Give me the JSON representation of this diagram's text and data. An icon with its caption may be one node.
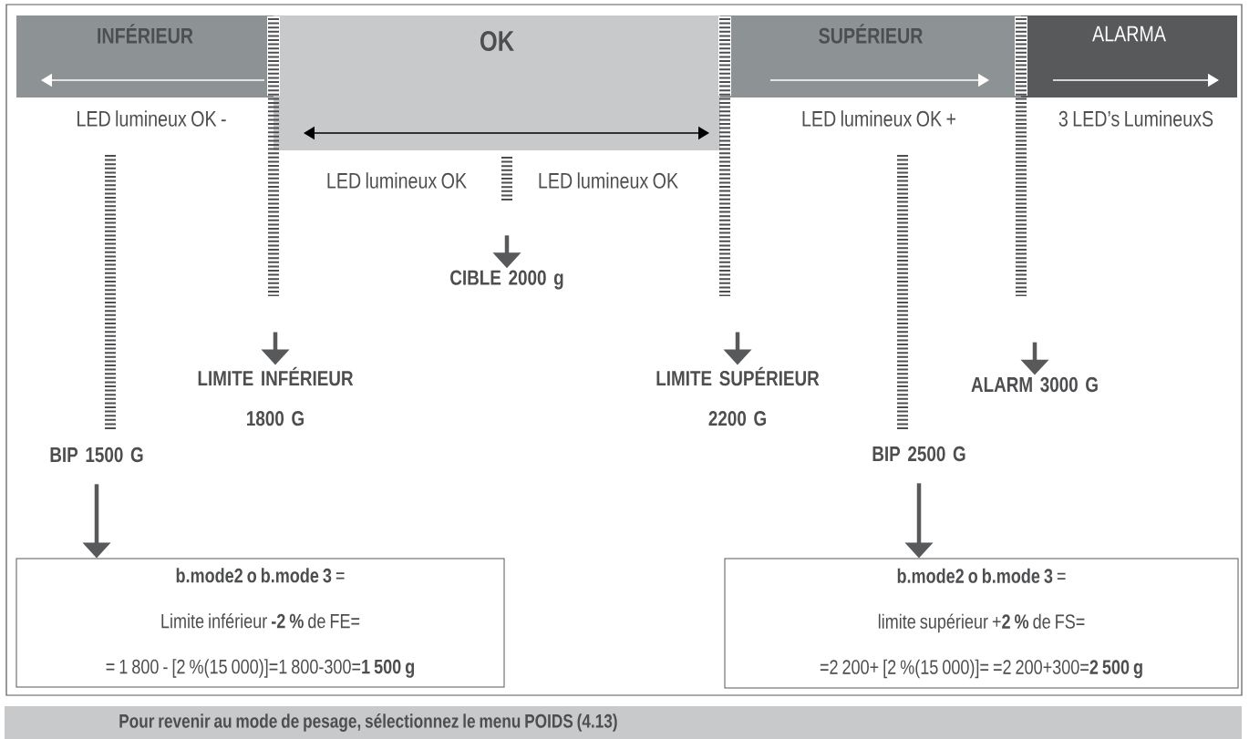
{
  "diagram": {
    "nodes": [
      {
        "text": [
          "INFÉRIEUR"
        ]
      },
      {
        "text": [
          "OK"
        ]
      },
      {
        "text": [
          "SUPÉRIEUR"
        ]
      },
      {
        "text": [
          "ALARMA"
        ]
      },
      {
        "text": [
          "CIBLE 2000 g"
        ]
      },
      {
        "text": [
          "LIMITE INFÉRIEUR 1800 G"
        ]
      },
      {
        "text": [
          "LIMITE SUPÉRIEUR 2200 G"
        ]
      },
      {
        "text": [
          "ALARM 3000 G"
        ]
      },
      {
        "text": [
          "BIP 1500 G"
        ]
      },
      {
        "text": [
          "BIP 2500 G"
        ]
      },
      {
        "text": [
          "**b.mode2 o b.mode 3** =",
          "Limite inférieur **-2 %** de FE=",
          "= 1 800 - [2 %(15 000)]=1 800-300=**1 500 g**"
        ]
      },
      {
        "text": [
          "**b.mode2 o b.mode 3** =",
          "limite supérieur +**2 %** de FS=",
          "=2 200+ [2 %(15 000)]= =2 200+300=**2 500 g**"
        ]
      },
      {
        "text": [
          "Pour revenir au mode de pesage, sélectionnez le menu POIDS  (4.13)"
        ]
      }
    ],
    "edges": [
      {
        "from": null,
        "to": 4,
        "arrow": "to"
      },
      {
        "from": null,
        "to": 5,
        "arrow": "to"
      },
      {
        "from": null,
        "to": 6,
        "arrow": "to"
      },
      {
        "from": null,
        "to": 7,
        "arrow": "to"
      },
      {
        "from": 8,
        "to": 10,
        "arrow": "to"
      },
      {
        "from": 9,
        "to": 11,
        "arrow": "to"
      }
    ],
    "labels": [
      "LED lumineux OK -",
      "LED lumineux OK +",
      "3 LED’s LumineuxS",
      "LED lumineux OK",
      "LED lumineux OK"
    ]
  }
}
